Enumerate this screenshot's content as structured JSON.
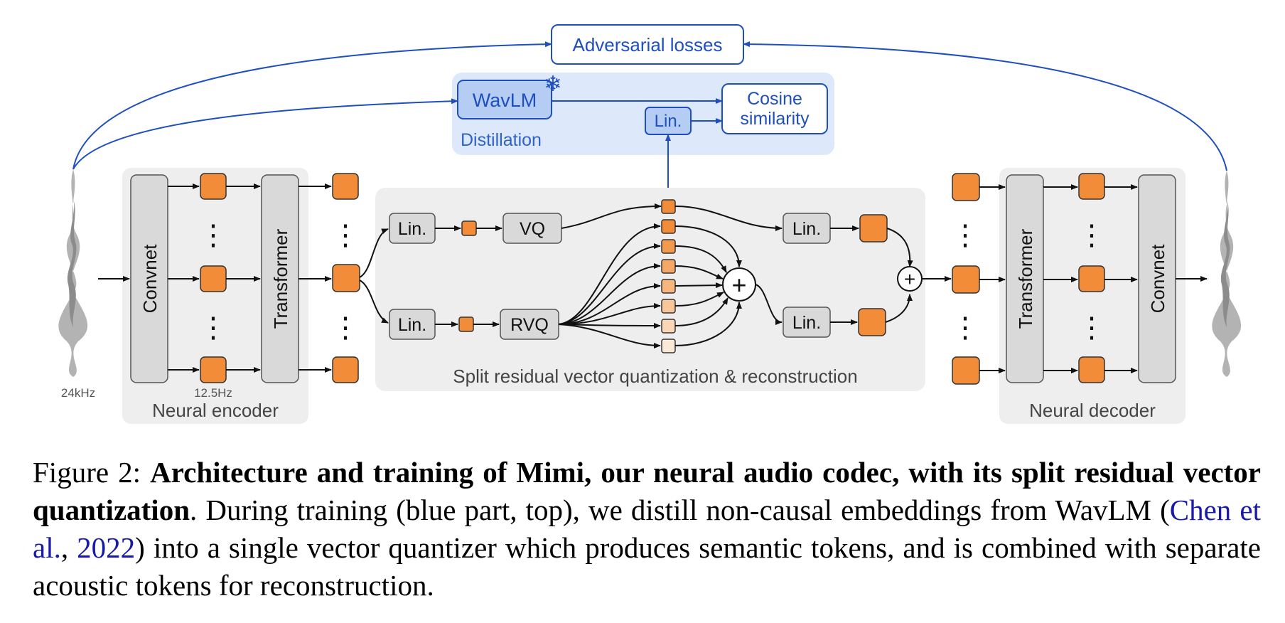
{
  "diagram": {
    "top_box": "Adversarial losses",
    "wavlm": "WavLM",
    "distillation": "Distillation",
    "lin": "Lin.",
    "cosine_line1": "Cosine",
    "cosine_line2": "similarity",
    "convnet": "Convnet",
    "transformer": "Transformer",
    "vq": "VQ",
    "rvq": "RVQ",
    "rate_in": "24kHz",
    "rate_frame": "12.5Hz",
    "encoder_label": "Neural encoder",
    "decoder_label": "Neural decoder",
    "split_label": "Split residual vector quantization & reconstruction",
    "ellipsis": "⋮",
    "plus": "+",
    "snowflake": "❄"
  },
  "caption": {
    "lead": "Figure 2:",
    "bold": "Architecture and training of Mimi, our neural audio codec, with its split residual vector quantization",
    "text1": ". During training (blue part, top), we distill non-causal embeddings from WavLM (",
    "cite_author": "Chen et al.",
    "cite_sep": ", ",
    "cite_year": "2022",
    "text2": ") into a single vector quantizer which produces semantic tokens, and is combined with separate acoustic tokens for reconstruction."
  },
  "colors": {
    "accent_blue": "#1f4fbf",
    "orange": "#f28c38",
    "panel_grey": "#eeeeee",
    "block_grey": "#d9d9d9",
    "distill_bg": "#dde8fb",
    "wavlm_fill": "#b5cdf3"
  }
}
